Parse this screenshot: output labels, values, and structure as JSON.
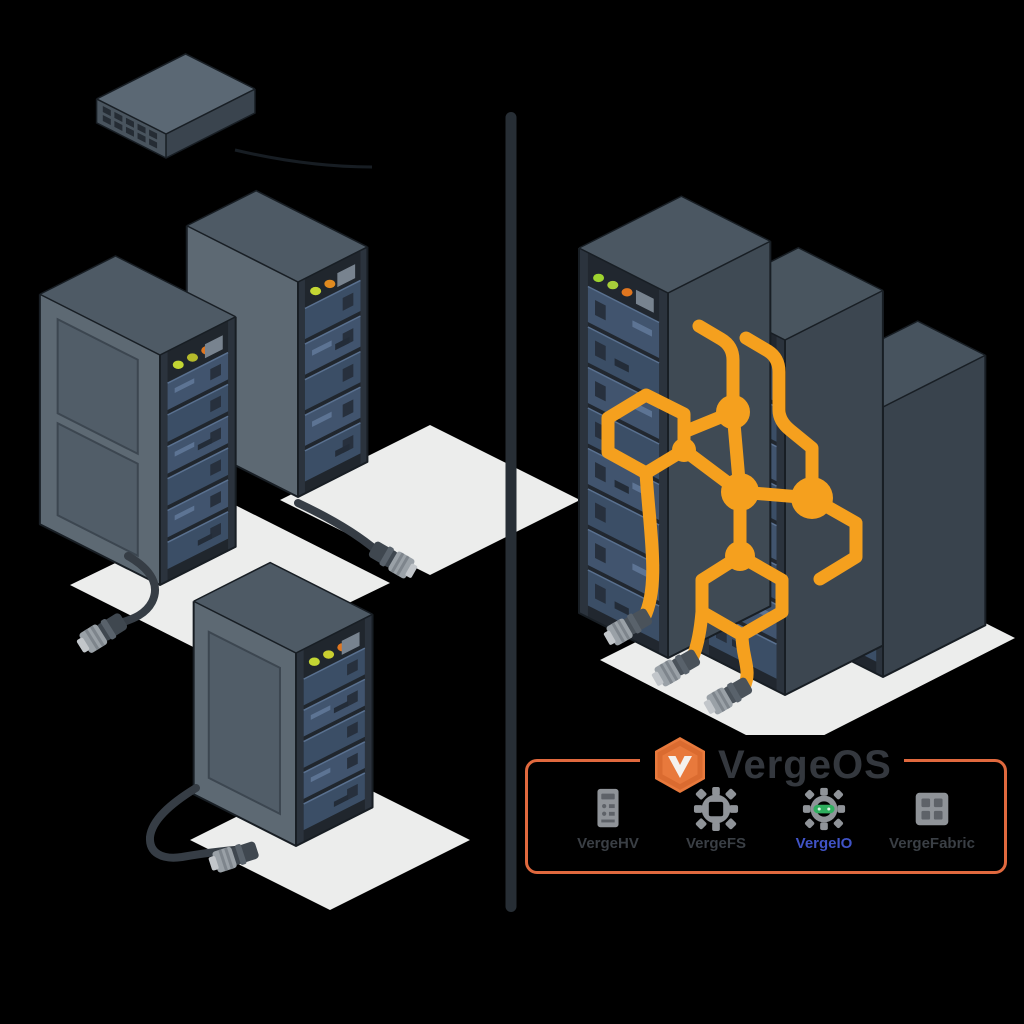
{
  "colors": {
    "background": "#000000",
    "accent_orange": "#F5A01E",
    "legend_border": "#E0693E",
    "logo_orange": "#E8793C",
    "logo_shade": "#C95A22",
    "title_text": "#34383E",
    "label_text": "#3A3F45",
    "label_highlight": "#4053C6",
    "icon_gray": "#8F9398",
    "icon_detail": "#5E6268",
    "icon_green": "#2FAE5E",
    "rack_side": "#5D6973",
    "rack_top": "#4E5A65",
    "rack_front": "#20262D",
    "rack_slat": "#3B4E66",
    "divider": "#272E35",
    "floor_shadow": "#ECEDEC",
    "cable_dark": "#363D45",
    "led_green": "#C3D633",
    "led_orange": "#E0761F"
  },
  "legend": {
    "title": "VergeOS",
    "logo_icon": "hexagon-v-logo",
    "items": [
      {
        "icon": "server-tower-icon",
        "label": "VergeHV",
        "highlighted": false
      },
      {
        "icon": "gear-icon",
        "label": "VergeFS",
        "highlighted": false
      },
      {
        "icon": "gear-network-icon",
        "label": "VergeIO",
        "highlighted": true
      },
      {
        "icon": "virtual-machines-icon",
        "label": "VergeFabric",
        "highlighted": false
      }
    ]
  }
}
